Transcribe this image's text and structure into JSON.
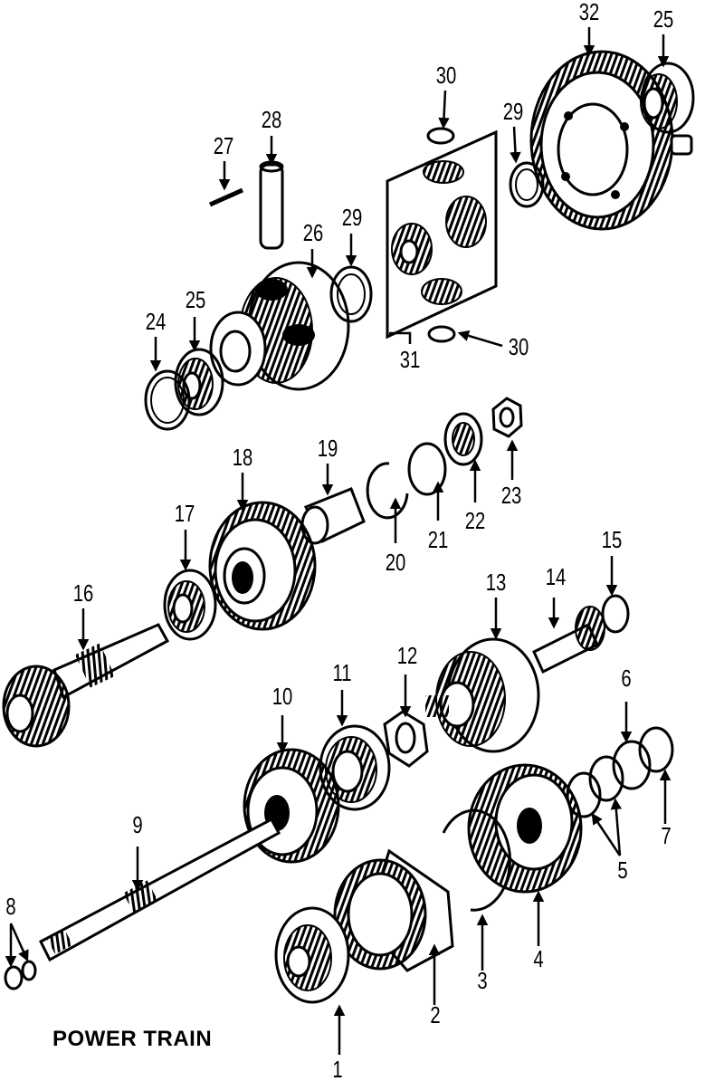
{
  "diagram": {
    "caption": "POWER TRAIN",
    "callouts": [
      "1",
      "2",
      "3",
      "4",
      "5",
      "6",
      "7",
      "8",
      "9",
      "10",
      "11",
      "12",
      "13",
      "14",
      "15",
      "16",
      "17",
      "18",
      "19",
      "20",
      "21",
      "22",
      "23",
      "24",
      "25",
      "25",
      "26",
      "27",
      "28",
      "29",
      "29",
      "30",
      "30",
      "31",
      "32"
    ]
  }
}
